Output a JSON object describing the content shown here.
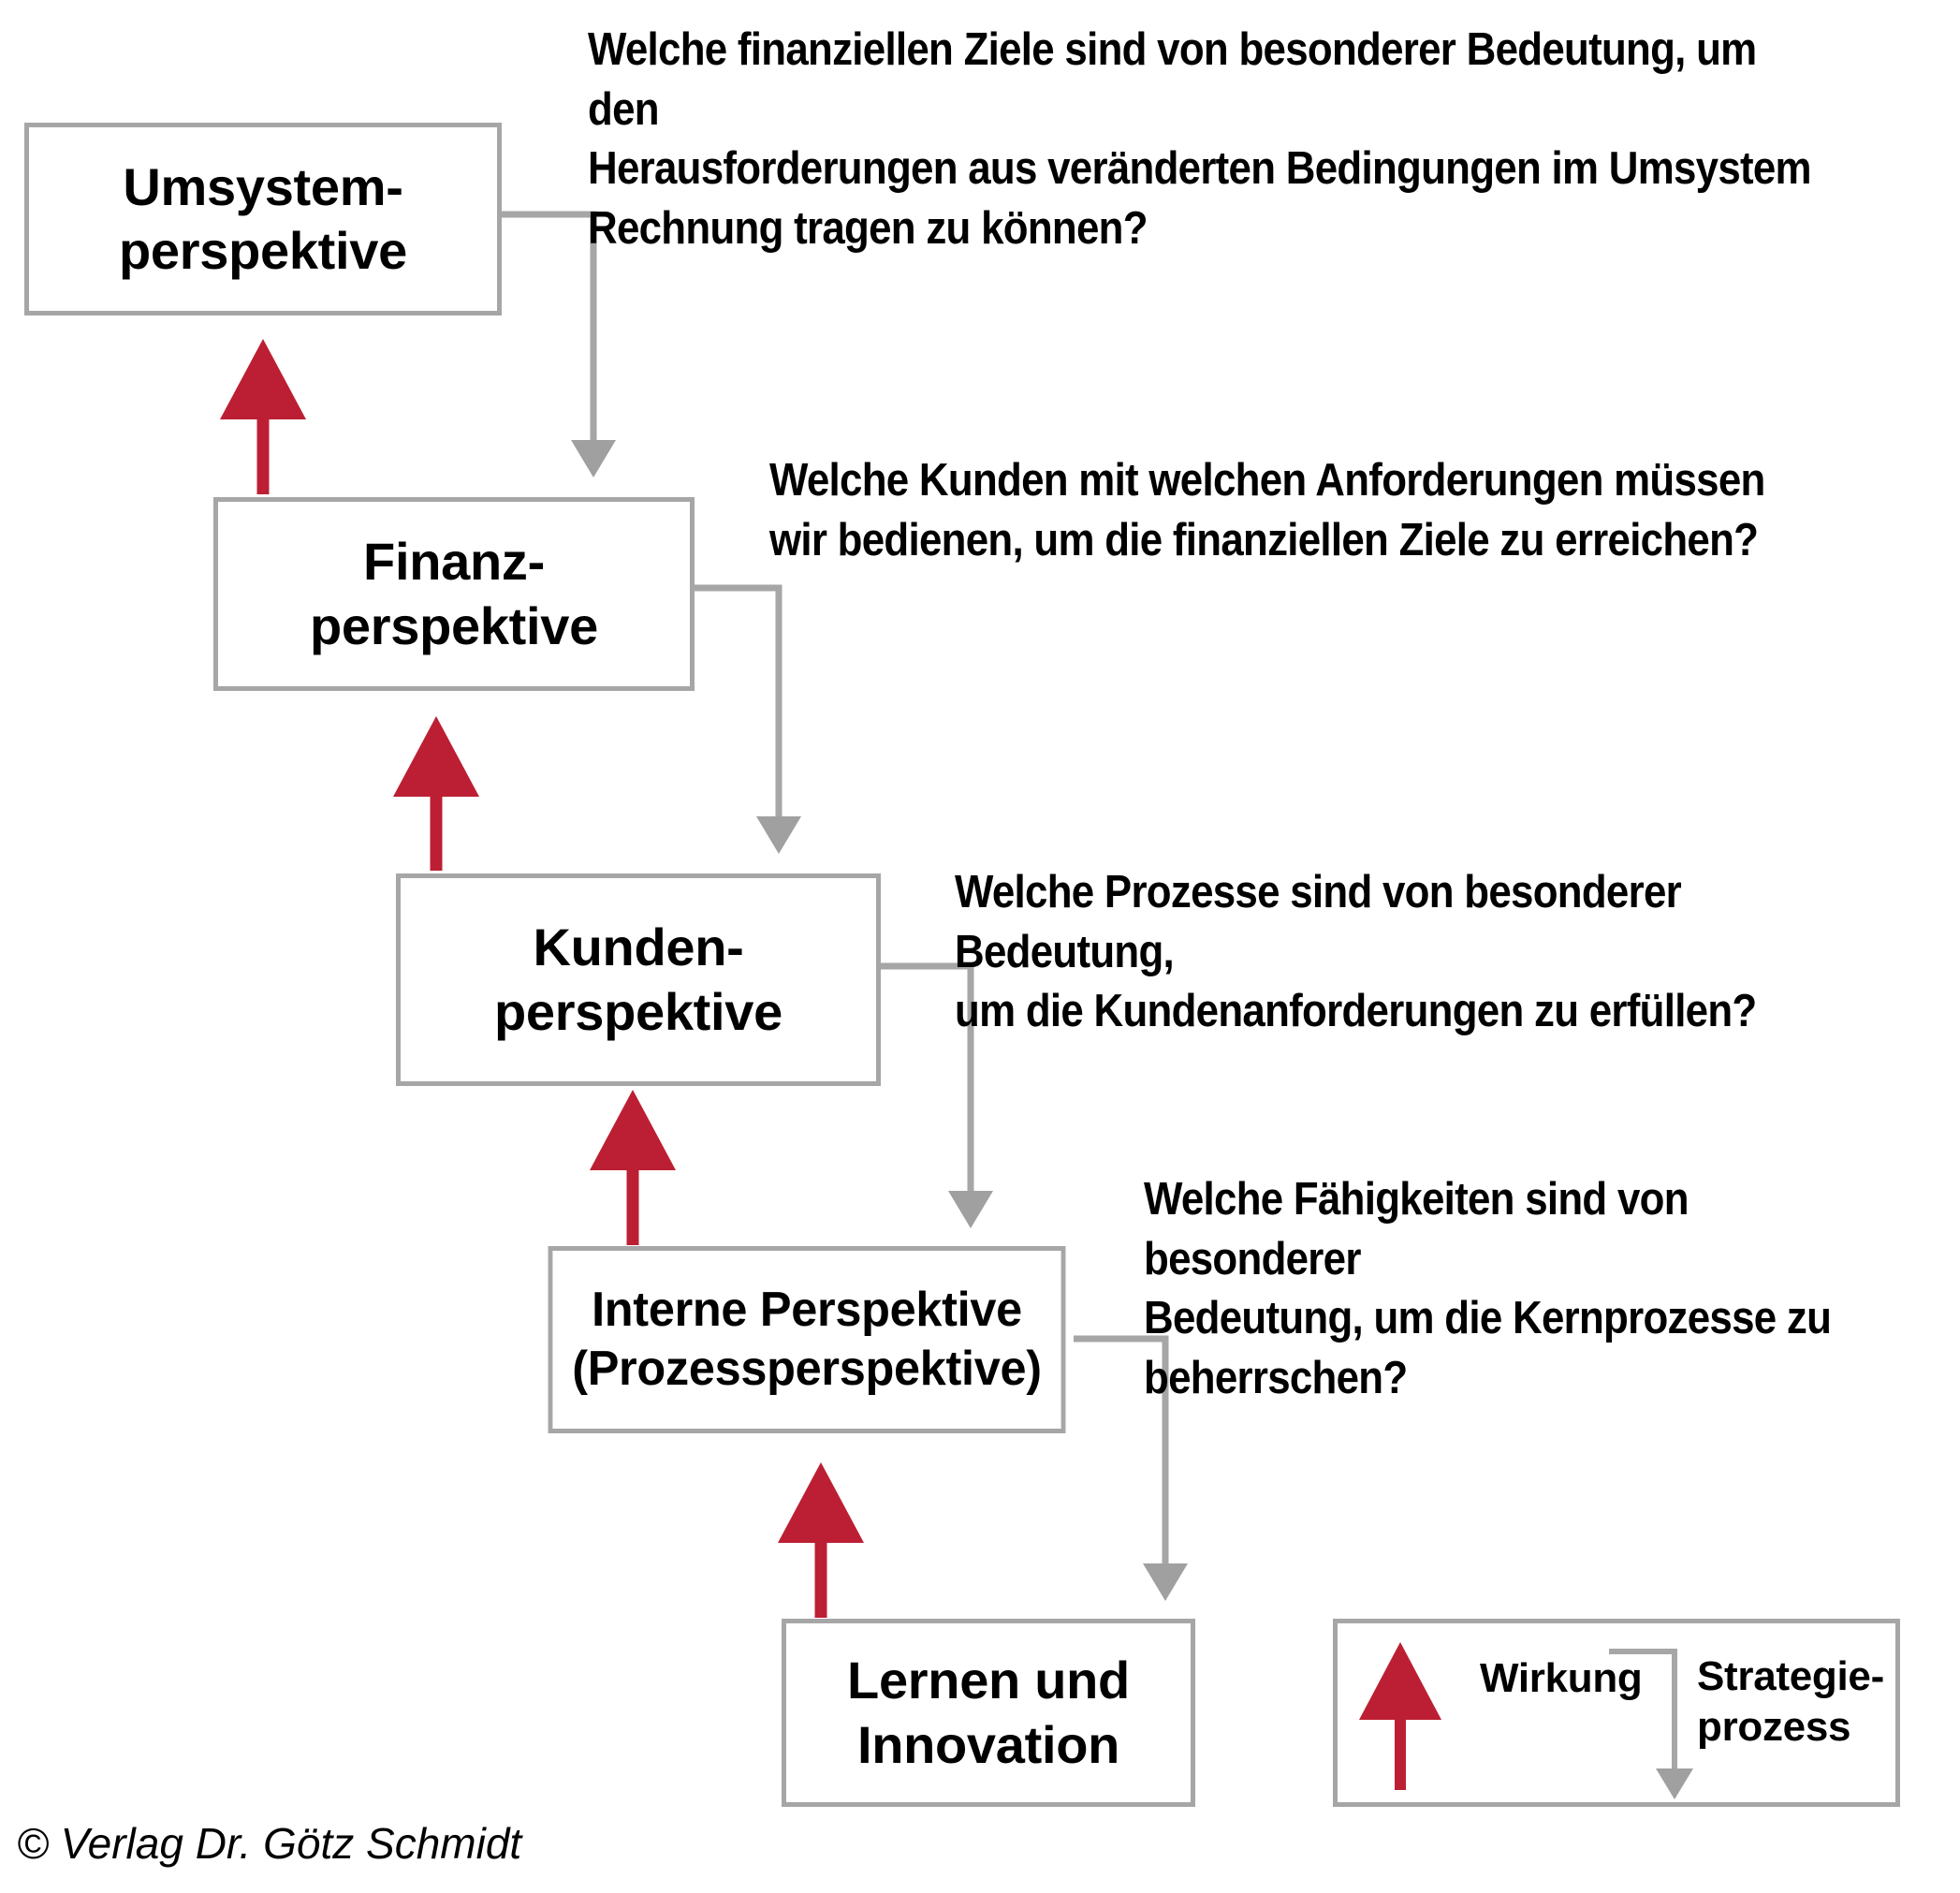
{
  "diagram": {
    "title_colors": {
      "box_border": "#a6a6a6",
      "wire_gray": "#a6a6a6",
      "arrow_gray": "#a0a0a0",
      "arrow_red": "#bc1f33",
      "text_black": "#000000",
      "background": "#ffffff"
    },
    "nodes": [
      {
        "id": "umsystem",
        "label": "Umsystem-\nperspektive"
      },
      {
        "id": "finanz",
        "label": "Finanz-\nperspektive"
      },
      {
        "id": "kunden",
        "label": "Kunden-\nperspektive"
      },
      {
        "id": "interne",
        "label": "Interne Perspektive\n(Prozessperspektive)"
      },
      {
        "id": "lernen",
        "label": "Lernen und\nInnovation"
      }
    ],
    "questions": [
      {
        "id": "q1",
        "text": "Welche finanziellen Ziele sind von besonderer Bedeutung, um den\nHerausforderungen aus veränderten Bedingungen im Umsystem\nRechnung tragen zu können?"
      },
      {
        "id": "q2",
        "text": "Welche Kunden mit welchen Anforderungen müssen\nwir bedienen, um die finanziellen Ziele zu erreichen?"
      },
      {
        "id": "q3",
        "text": "Welche Prozesse sind von besonderer Bedeutung,\num die Kundenanforderungen zu erfüllen?"
      },
      {
        "id": "q4",
        "text": "Welche Fähigkeiten sind von besonderer\nBedeutung, um die Kernprozesse zu\nbeherrschen?"
      }
    ],
    "legend": {
      "wirkung_label": "Wirkung",
      "strategie_label": "Strategie-\nprozess"
    },
    "copyright": "© Verlag Dr. Götz Schmidt"
  }
}
